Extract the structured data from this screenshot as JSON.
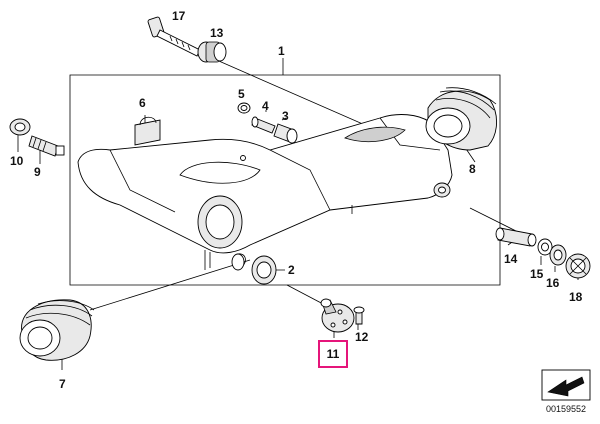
{
  "diagram": {
    "callouts": [
      {
        "id": "17",
        "label": "17"
      },
      {
        "id": "13",
        "label": "13"
      },
      {
        "id": "1",
        "label": "1"
      },
      {
        "id": "5",
        "label": "5"
      },
      {
        "id": "6",
        "label": "6"
      },
      {
        "id": "4",
        "label": "4"
      },
      {
        "id": "3",
        "label": "3"
      },
      {
        "id": "10",
        "label": "10"
      },
      {
        "id": "9",
        "label": "9"
      },
      {
        "id": "8",
        "label": "8"
      },
      {
        "id": "2",
        "label": "2"
      },
      {
        "id": "14",
        "label": "14"
      },
      {
        "id": "15",
        "label": "15"
      },
      {
        "id": "16",
        "label": "16"
      },
      {
        "id": "18",
        "label": "18"
      },
      {
        "id": "12",
        "label": "12"
      },
      {
        "id": "11",
        "label": "11"
      },
      {
        "id": "7",
        "label": "7"
      }
    ],
    "highlighted_part": "11",
    "reference_number": "00159552"
  },
  "colors": {
    "highlight": "#e5157a",
    "line": "#000000",
    "background": "#ffffff"
  }
}
